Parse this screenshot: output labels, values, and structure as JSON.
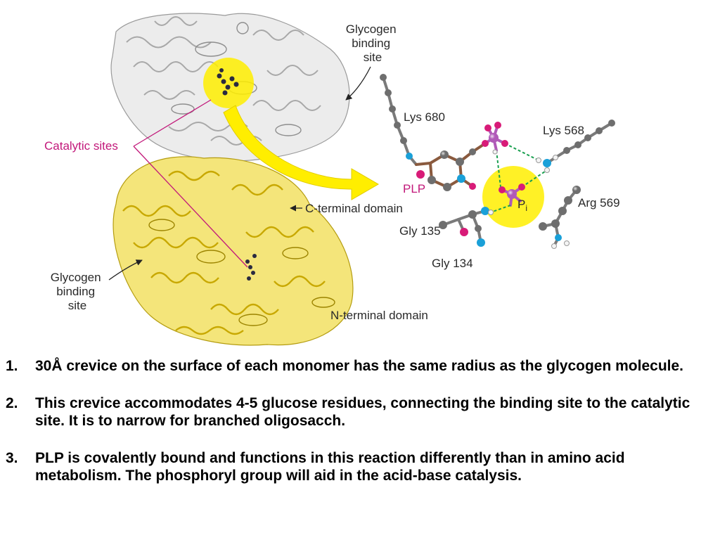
{
  "figure": {
    "labels": {
      "glycogen_site_top": [
        "Glycogen",
        "binding",
        "site"
      ],
      "glycogen_site_left": [
        "Glycogen",
        "binding",
        "site"
      ],
      "catalytic_sites": "Catalytic sites",
      "c_terminal": "C-terminal domain",
      "n_terminal": "N-terminal domain",
      "lys680": "Lys 680",
      "lys568": "Lys 568",
      "arg569": "Arg 569",
      "plp": "PLP",
      "pi_base": "P",
      "pi_sub": "i",
      "gly135": "Gly 135",
      "gly134": "Gly 134"
    },
    "colors": {
      "yellow_domain": "#e8d020",
      "grey_domain": "#b8b8b8",
      "highlight": "#ffee00",
      "pink": "#c2187a",
      "carbon": "#6e6e6e",
      "nitrogen": "#1aa0d8",
      "oxygen": "#d81b78",
      "phosphorus": "#b05ab8",
      "hbond": "#1aa050"
    }
  },
  "notes": [
    {
      "num": "1.",
      "text": "30Å crevice on the surface of each monomer has the same radius as the glycogen molecule."
    },
    {
      "num": "2.",
      "text": "This crevice accommodates 4-5 glucose residues, connecting the binding site to the catalytic site. It is to narrow for branched oligosacch."
    },
    {
      "num": "3.",
      "text": "PLP is covalently bound and functions in this reaction differently than in amino acid metabolism. The phosphoryl group will aid in the acid-base catalysis."
    }
  ]
}
